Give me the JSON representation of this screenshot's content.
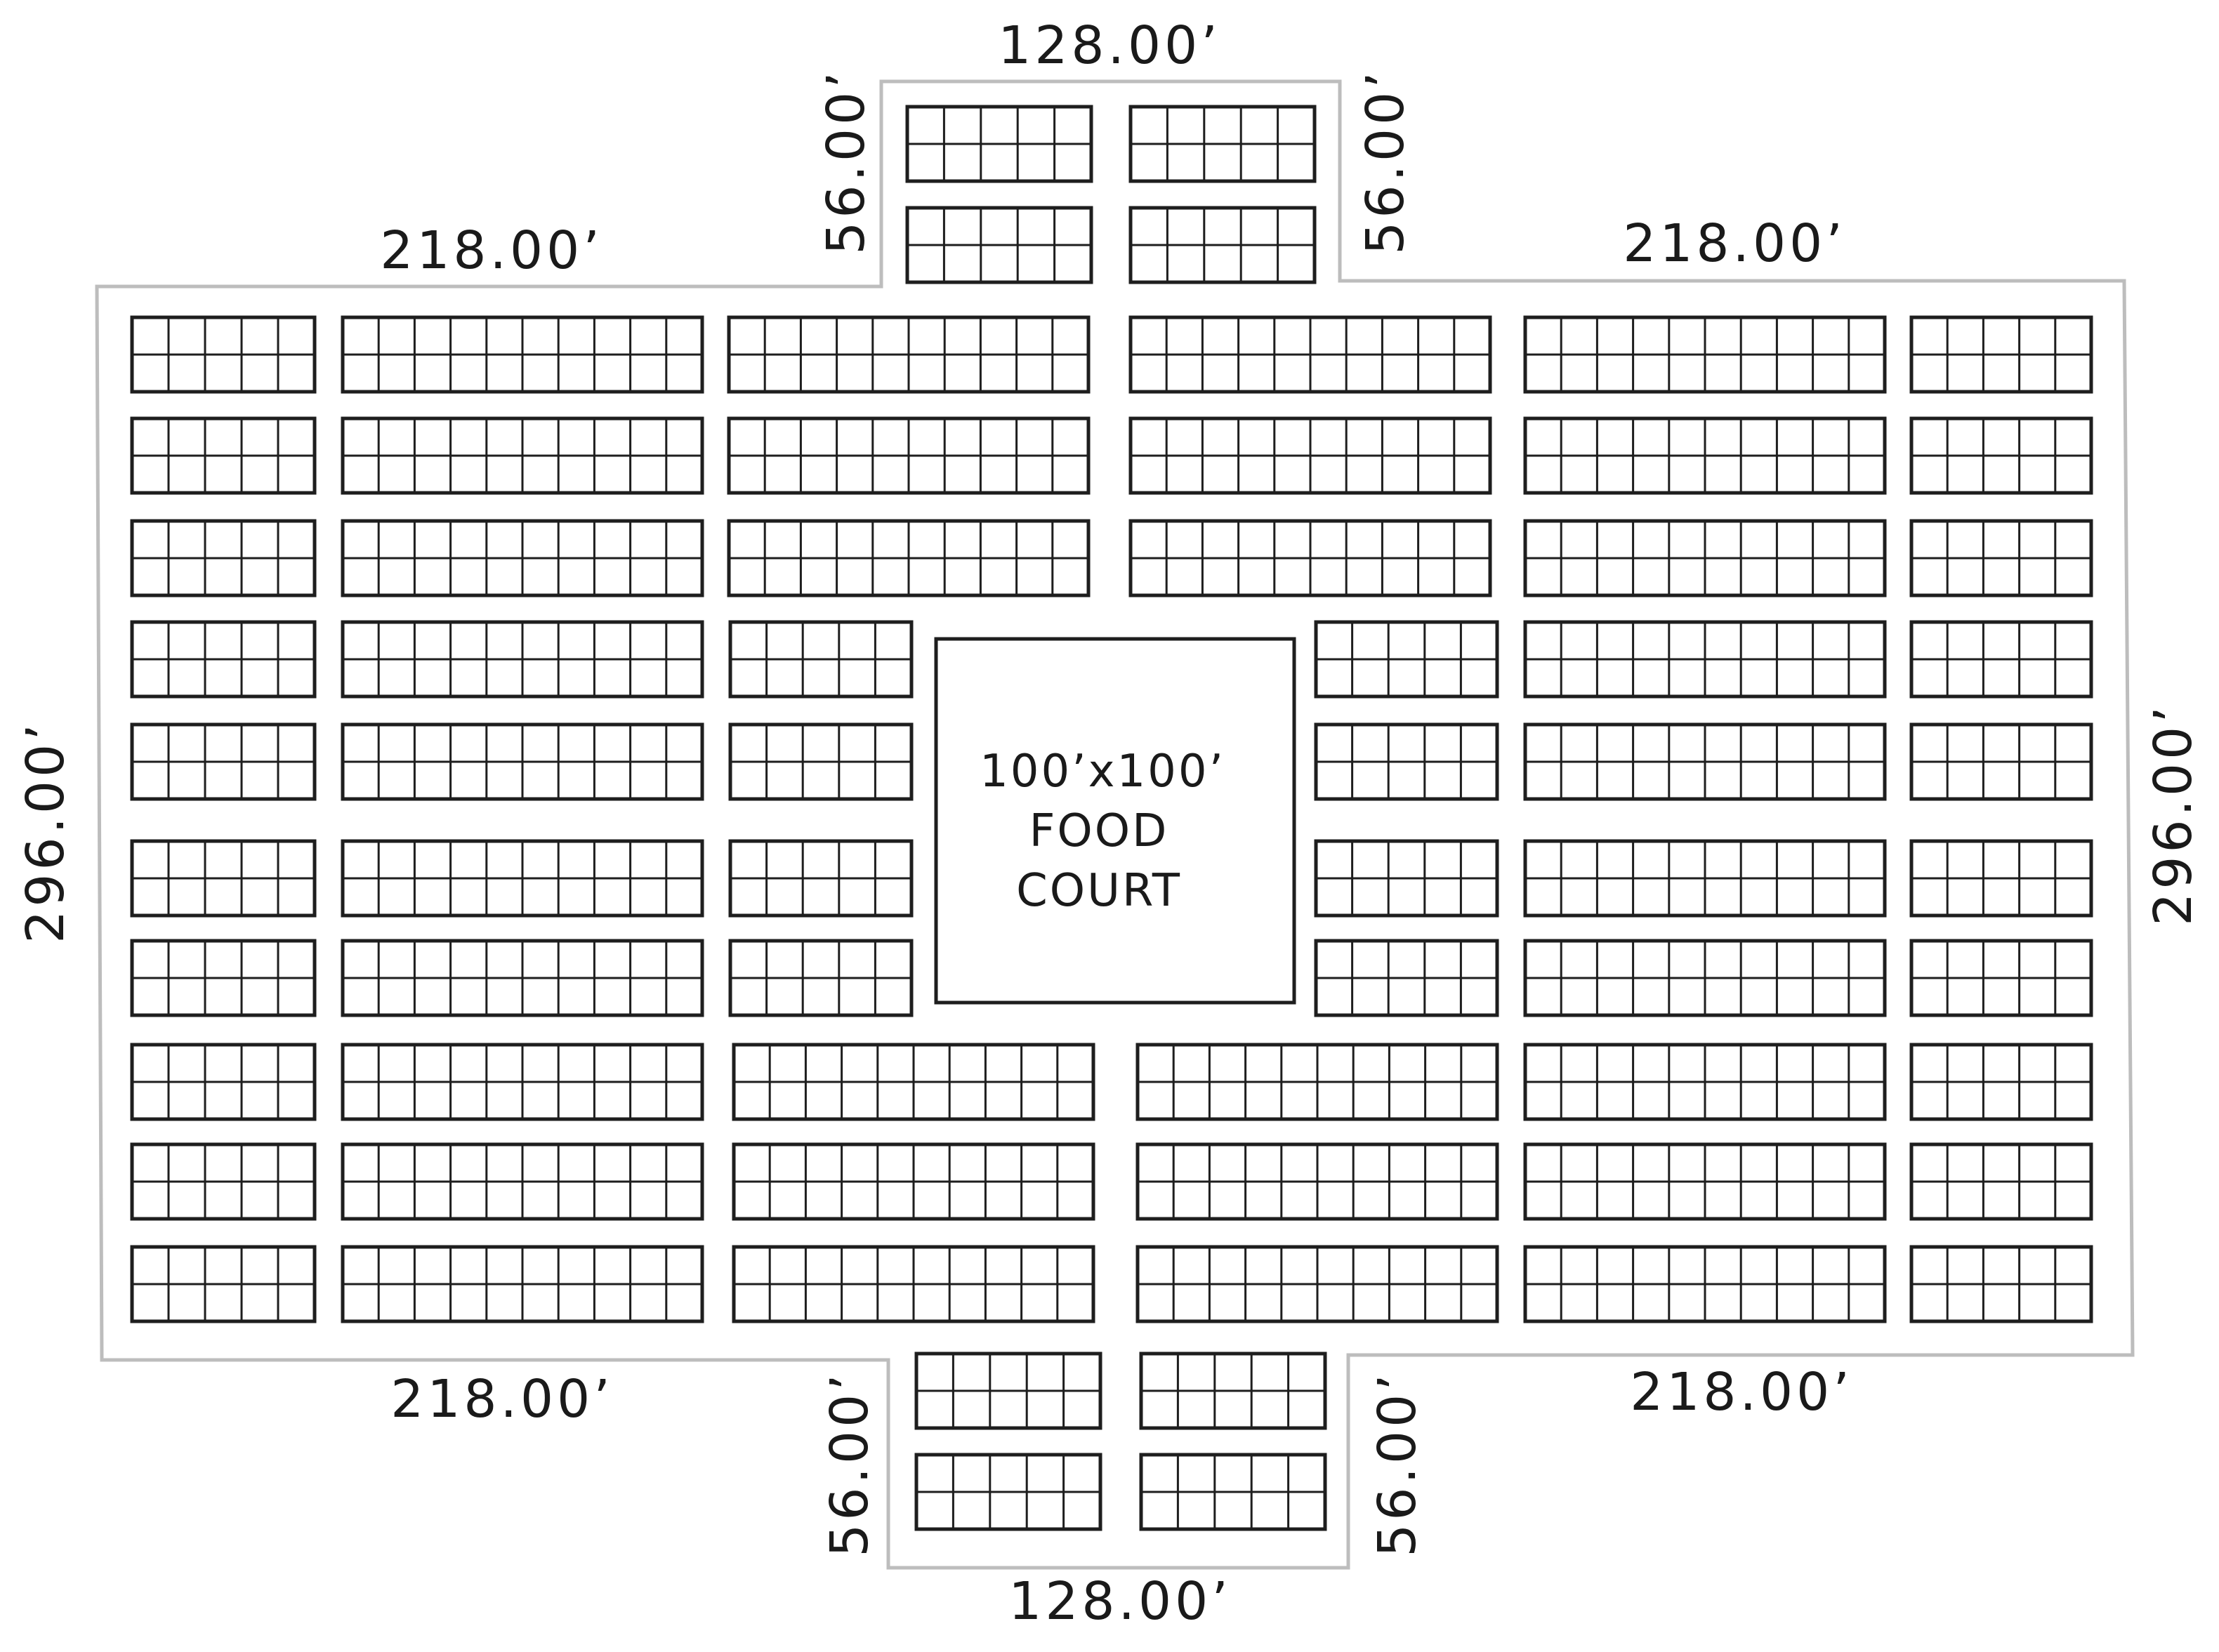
{
  "colors": {
    "line": "#1e1e1e",
    "outline": "#bdbdbd",
    "text": "#1a1a1a",
    "background": "#ffffff"
  },
  "dimensions": {
    "top_notch_width": "128.00’",
    "bottom_notch_width": "128.00’",
    "top_left_width": "218.00’",
    "top_right_width": "218.00’",
    "bottom_left_width": "218.00’",
    "bottom_right_width": "218.00’",
    "left_height": "296.00’",
    "right_height": "296.00’",
    "top_notch_left_depth": "56.00’",
    "top_notch_right_depth": "56.00’",
    "bottom_notch_left_depth": "56.00’",
    "bottom_notch_right_depth": "56.00’"
  },
  "food_court": {
    "line1": "100’x100’",
    "line2": "FOOD",
    "line3": "COURT"
  }
}
